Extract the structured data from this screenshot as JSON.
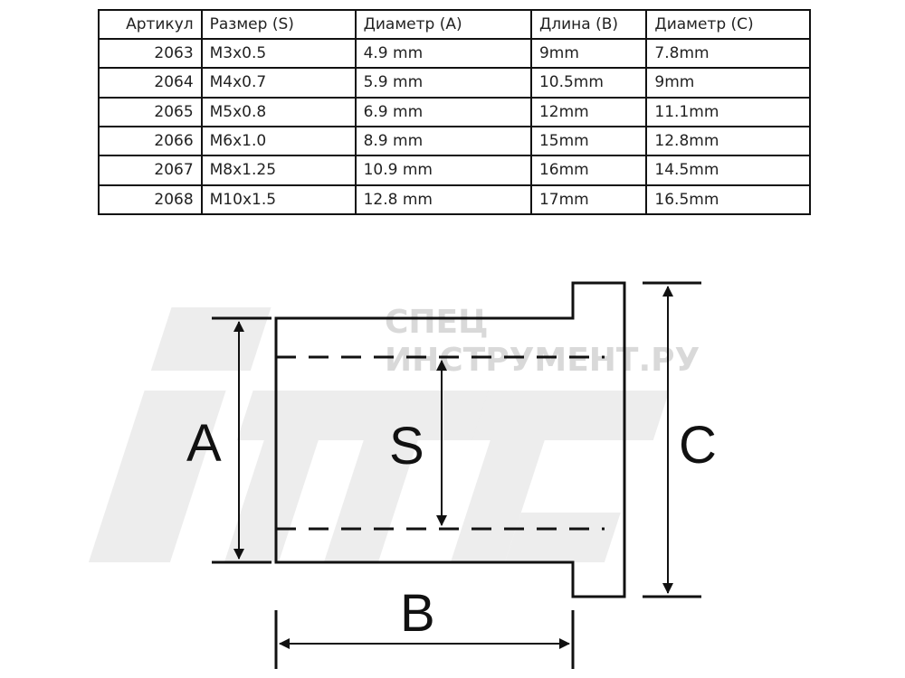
{
  "table": {
    "headers": [
      "Артикул",
      "Размер (S)",
      "Диаметр (A)",
      "Длина (B)",
      "Диаметр (C)"
    ],
    "rows": [
      [
        "2063",
        "M3x0.5",
        "4.9 mm",
        "9mm",
        "7.8mm"
      ],
      [
        "2064",
        "M4x0.7",
        "5.9 mm",
        "10.5mm",
        "9mm"
      ],
      [
        "2065",
        "M5x0.8",
        "6.9 mm",
        "12mm",
        "11.1mm"
      ],
      [
        "2066",
        "M6x1.0",
        "8.9 mm",
        "15mm",
        "12.8mm"
      ],
      [
        "2067",
        "M8x1.25",
        "10.9 mm",
        "16mm",
        "14.5mm"
      ],
      [
        "2068",
        "M10x1.5",
        "12.8 mm",
        "17mm",
        "16.5mm"
      ]
    ]
  },
  "diagram": {
    "labels": {
      "a": "A",
      "s": "S",
      "b": "B",
      "c": "C"
    },
    "watermark": {
      "line1": "СПЕЦ",
      "line2": "ИНСТРУМЕНТ.РУ"
    }
  }
}
